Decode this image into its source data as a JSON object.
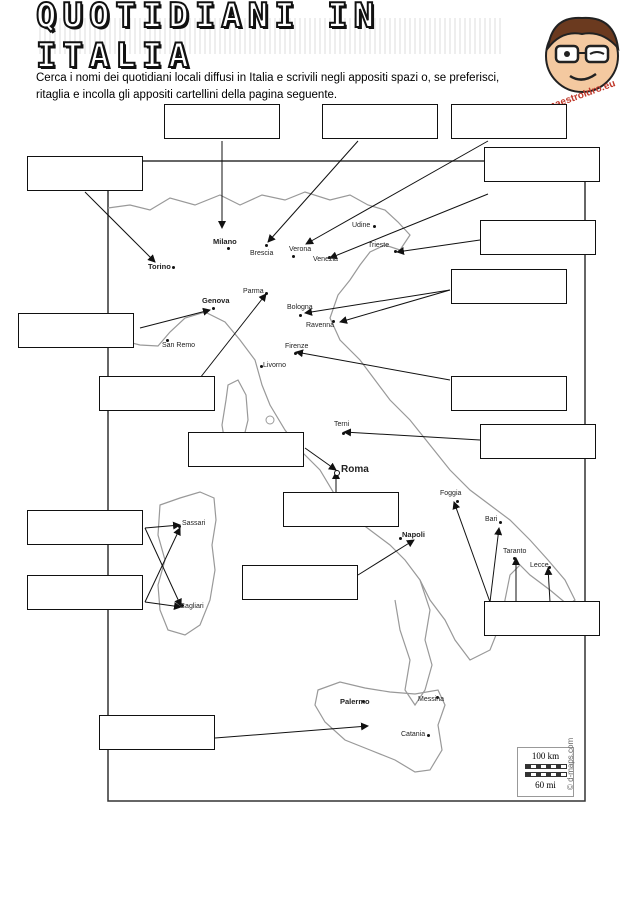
{
  "header": {
    "title": "QUOTIDIANI IN ITALIA",
    "instructions": "Cerca i nomi dei quotidiani locali diffusi in Italia e scrivili negli appositi spazi o, se preferisci, ritaglia e incolla gli appositi cartellini della pagina seguente.",
    "logo_text": "maestroIdro.eu"
  },
  "cities": {
    "milano": "Milano",
    "torino": "Torino",
    "genova": "Genova",
    "san_remo": "San Remo",
    "brescia": "Brescia",
    "verona": "Verona",
    "venezia": "Venezia",
    "udine": "Udine",
    "trieste": "Trieste",
    "parma": "Parma",
    "bologna": "Bologna",
    "ravenna": "Ravenna",
    "firenze": "Firenze",
    "livorno": "Livorno",
    "terni": "Terni",
    "roma": "Roma",
    "napoli": "Napoli",
    "foggia": "Foggia",
    "bari": "Bari",
    "taranto": "Taranto",
    "lecce": "Lecce",
    "sassari": "Sassari",
    "cagliari": "Cagliari",
    "palermo": "Palermo",
    "messina": "Messina",
    "catania": "Catania"
  },
  "scale": {
    "km": "100 km",
    "mi": "60 mi"
  },
  "credit": "© d-maps.com",
  "answer_boxes": [
    {
      "name": "milano",
      "value": ""
    },
    {
      "name": "brescia",
      "value": ""
    },
    {
      "name": "verona",
      "value": ""
    },
    {
      "name": "venezia",
      "value": ""
    },
    {
      "name": "torino",
      "value": ""
    },
    {
      "name": "trieste",
      "value": ""
    },
    {
      "name": "emilia",
      "value": ""
    },
    {
      "name": "genova",
      "value": ""
    },
    {
      "name": "parma",
      "value": ""
    },
    {
      "name": "firenze",
      "value": ""
    },
    {
      "name": "roma-left",
      "value": ""
    },
    {
      "name": "terni",
      "value": ""
    },
    {
      "name": "roma",
      "value": ""
    },
    {
      "name": "sassari",
      "value": ""
    },
    {
      "name": "cagliari",
      "value": ""
    },
    {
      "name": "napoli",
      "value": ""
    },
    {
      "name": "puglia",
      "value": ""
    },
    {
      "name": "sicilia",
      "value": ""
    },
    {
      "name": "foggia",
      "value": ""
    }
  ]
}
